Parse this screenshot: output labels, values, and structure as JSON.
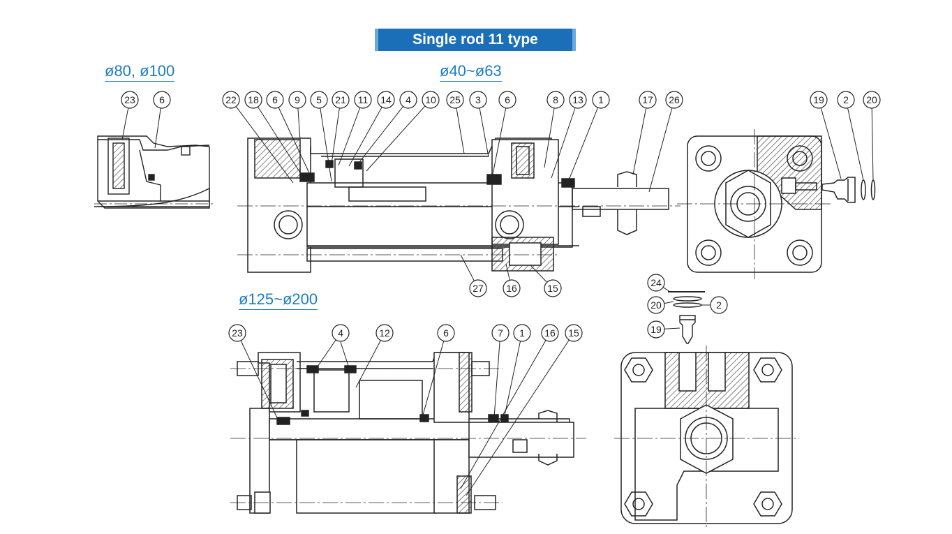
{
  "title": "Single rod 11 type",
  "size_labels": {
    "small": "ø80, ø100",
    "medium": "ø40~ø63",
    "large": "ø125~ø200"
  },
  "callouts_80_100": [
    "23",
    "6"
  ],
  "callouts_40_63_top": [
    "22",
    "18",
    "6",
    "9",
    "5",
    "21",
    "11",
    "14",
    "4",
    "10",
    "25",
    "3",
    "6",
    "8",
    "13",
    "1",
    "17",
    "26"
  ],
  "callouts_40_63_bottom": [
    "27",
    "16",
    "15"
  ],
  "callouts_end_view_top": [
    "19",
    "2",
    "20"
  ],
  "callouts_exploded": [
    "24",
    "20",
    "2",
    "19"
  ],
  "callouts_125_200": [
    "23",
    "4",
    "12",
    "6",
    "7",
    "1",
    "16",
    "15"
  ],
  "colors": {
    "banner": "#1a6fb8",
    "banner_edge": "#6aa9dc",
    "label_blue": "#1b7cc6",
    "ink": "#222222"
  }
}
